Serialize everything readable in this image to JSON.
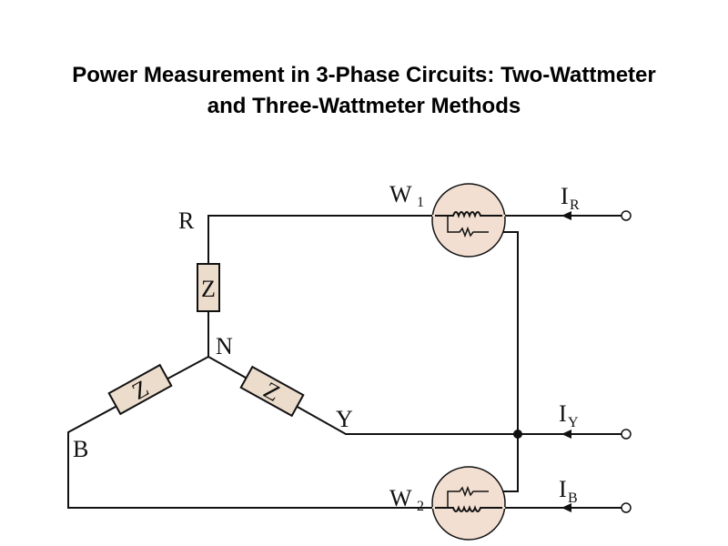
{
  "title": {
    "line1": "Power Measurement in 3-Phase Circuits: Two-Wattmeter",
    "line2": "and Three-Wattmeter Methods"
  },
  "diagram": {
    "phases": {
      "r": "R",
      "y": "Y",
      "b": "B",
      "n": "N"
    },
    "impedance": "Z",
    "wattmeters": [
      {
        "main": "W",
        "sub": "1"
      },
      {
        "main": "W",
        "sub": "2"
      }
    ],
    "currents": [
      {
        "main": "I",
        "sub": "R"
      },
      {
        "main": "I",
        "sub": "Y"
      },
      {
        "main": "I",
        "sub": "B"
      }
    ],
    "colors": {
      "meter_fill": "#f2dfd1",
      "impedance_fill": "#ecdccc",
      "wire": "#111111"
    }
  }
}
